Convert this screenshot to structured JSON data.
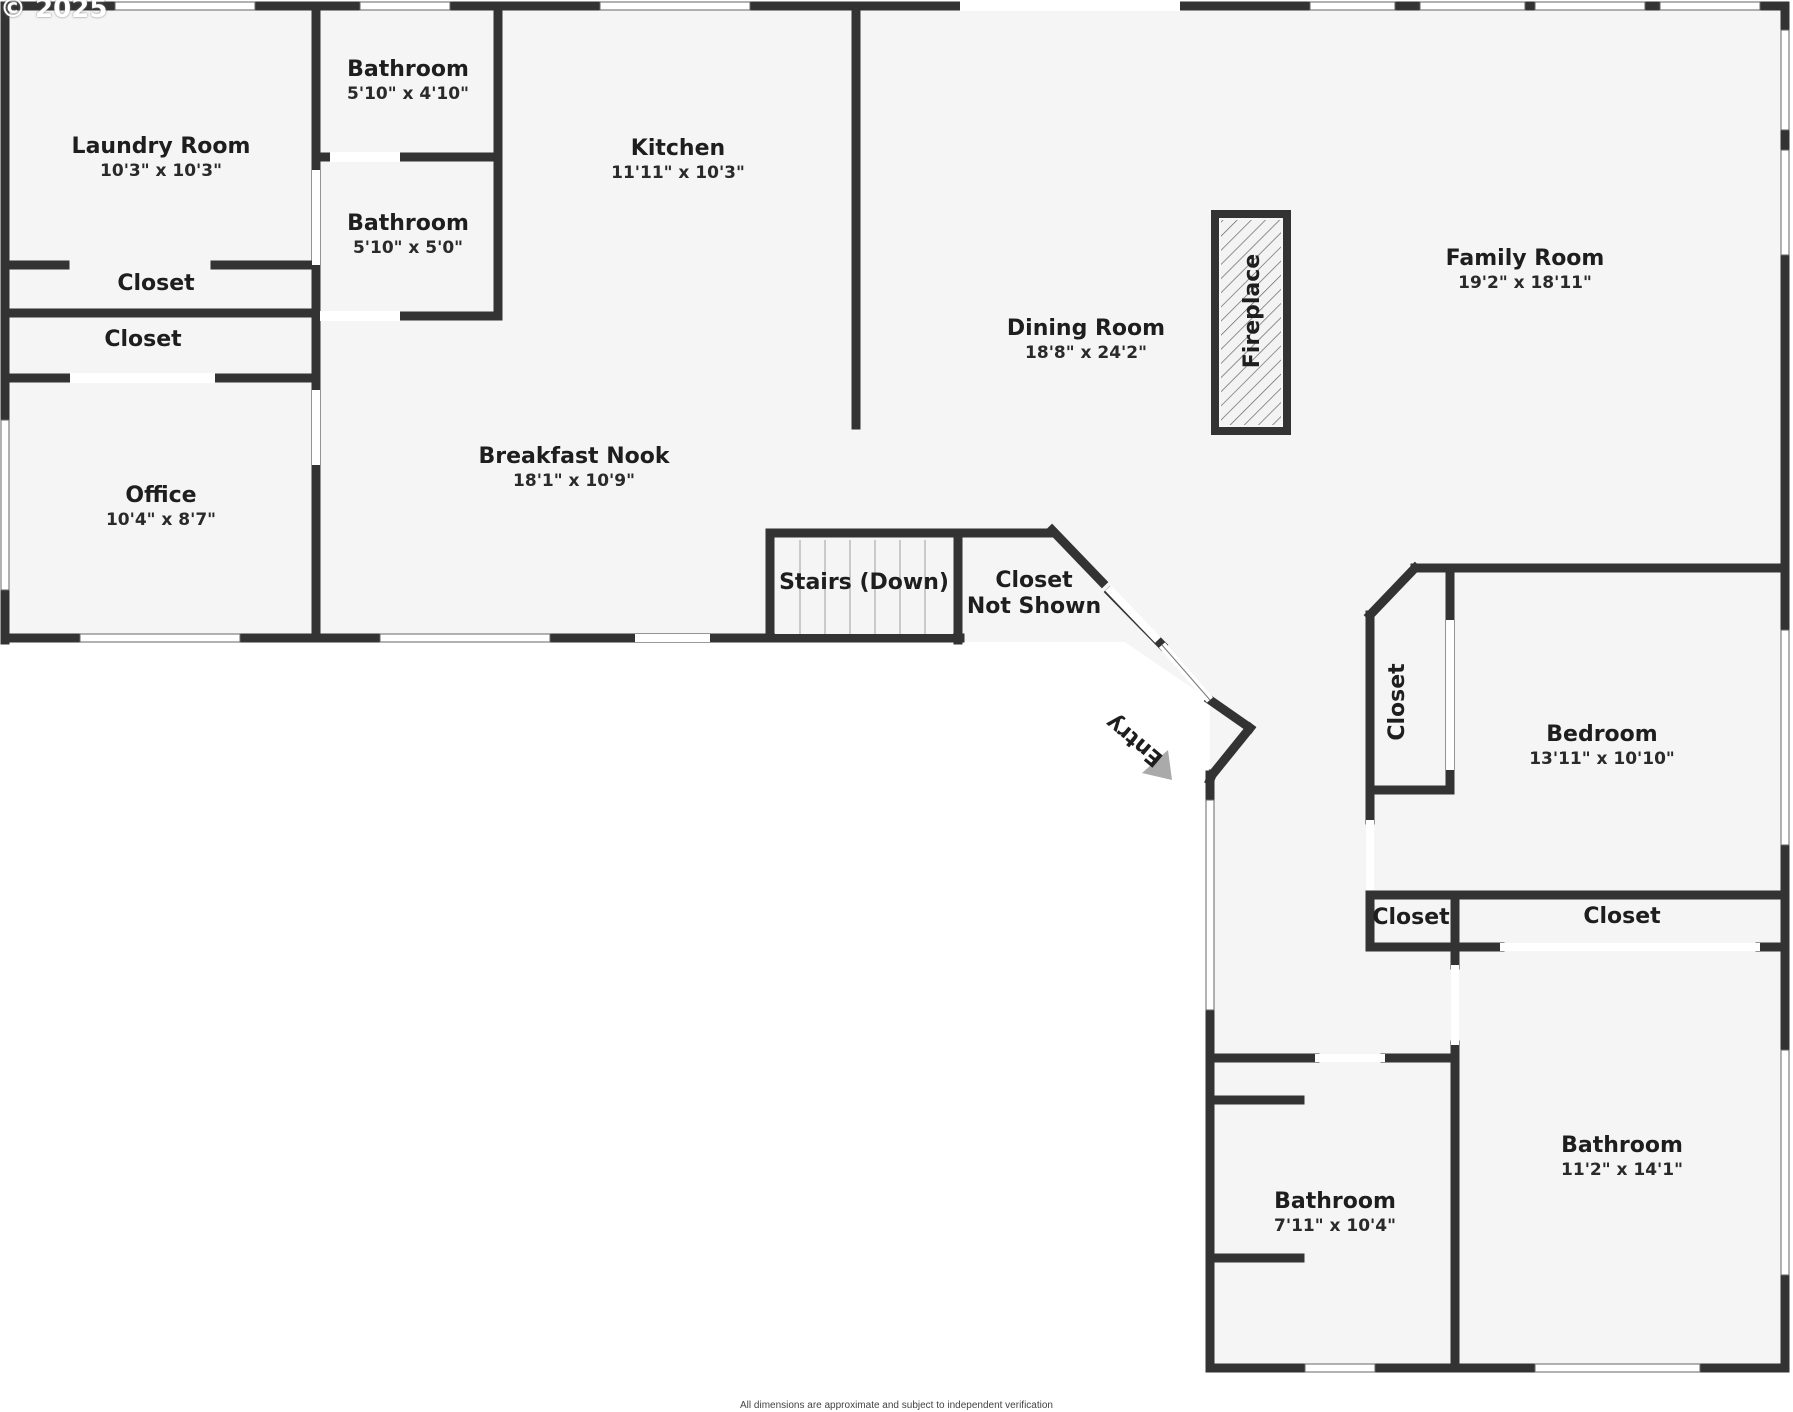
{
  "watermark": "© 2025",
  "rooms": {
    "laundry": {
      "name": "Laundry Room",
      "dims": "10'3\" x 10'3\""
    },
    "bath_top": {
      "name": "Bathroom",
      "dims": "5'10\" x 4'10\""
    },
    "bath_mid": {
      "name": "Bathroom",
      "dims": "5'10\" x 5'0\""
    },
    "kitchen": {
      "name": "Kitchen",
      "dims": "11'11\" x 10'3\""
    },
    "dining": {
      "name": "Dining Room",
      "dims": "18'8\" x 24'2\""
    },
    "family": {
      "name": "Family Room",
      "dims": "19'2\" x 18'11\""
    },
    "breakfast": {
      "name": "Breakfast Nook",
      "dims": "18'1\" x 10'9\""
    },
    "office": {
      "name": "Office",
      "dims": "10'4\" x 8'7\""
    },
    "bedroom": {
      "name": "Bedroom",
      "dims": "13'11\" x 10'10\""
    },
    "bath_right": {
      "name": "Bathroom",
      "dims": "11'2\" x 14'1\""
    },
    "bath_lower": {
      "name": "Bathroom",
      "dims": "7'11\" x 10'4\""
    }
  },
  "labels": {
    "closet_laundry": "Closet",
    "closet_left": "Closet",
    "stairs": "Stairs (Down)",
    "closet_not_shown_1": "Closet",
    "closet_not_shown_2": "Not Shown",
    "fireplace": "Fireplace",
    "closet_vertical": "Closet",
    "closet_small": "Closet",
    "closet_wide": "Closet",
    "entry": "Entry"
  },
  "footer": "All dimensions are approximate and subject to independent verification",
  "colors": {
    "wall": "#333333",
    "floor": "#f5f5f5",
    "window": "#ffffff",
    "entry_marker": "#aaaaaa"
  }
}
